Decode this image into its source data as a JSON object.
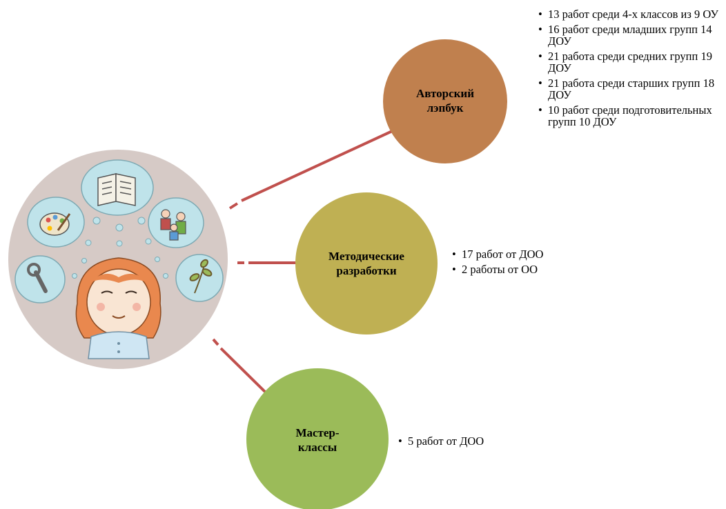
{
  "nodes": {
    "author_lapbook": {
      "label_line1": "Авторский",
      "label_line2": "лэпбук",
      "color": "#c0804e"
    },
    "method_dev": {
      "label_line1": "Методические",
      "label_line2": "разработки",
      "color": "#bfb053"
    },
    "master_classes": {
      "label_line1": "Мастер-",
      "label_line2": "классы",
      "color": "#9bbb59"
    }
  },
  "lists": {
    "author_lapbook": [
      "13 работ среди 4-х классов из 9 ОУ",
      "16 работ среди младших групп  14 ДОУ",
      "21 работа среди средних групп 19 ДОУ",
      "21 работа среди старших групп  18 ДОУ",
      "10 работ среди подготовительных групп 10 ДОУ"
    ],
    "method_dev": [
      "17 работ от ДОО",
      "2 работы от ОО"
    ],
    "master_classes": [
      "5 работ от ДОО"
    ]
  },
  "colors": {
    "connector": "#c0504d",
    "hub_background": "#d6cac6",
    "thought_bubble": "#bfe3ea"
  },
  "icons": [
    "book-icon",
    "palette-icon",
    "family-icon",
    "wrench-icon",
    "plant-icon",
    "girl-thinking-icon"
  ]
}
